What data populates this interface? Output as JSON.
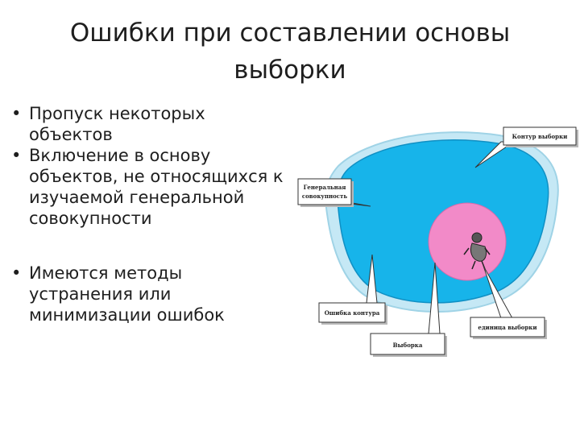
{
  "slide": {
    "title_line1": "Ошибки при составлении основы",
    "title_line2": "выборки",
    "bullets": [
      "Пропуск некоторых объектов",
      "Включение в основу объектов, не относящихся к изучаемой генеральной совокупности",
      "Имеются методы устранения или минимизации ошибок"
    ]
  },
  "diagram": {
    "labels": {
      "frame": "Контур выборки",
      "population_line1": "Генеральная",
      "population_line2": "совокупность",
      "frame_error": "Ошибка контура",
      "sample": "Выборка",
      "sampling_unit": "единица выборки"
    },
    "colors": {
      "outer_blob": "#17b4ea",
      "outer_halo": "#bfe6f4",
      "inner_circle": "#f07fc4",
      "box_fill": "#ffffff",
      "box_shadow": "#b8b8b8"
    }
  }
}
